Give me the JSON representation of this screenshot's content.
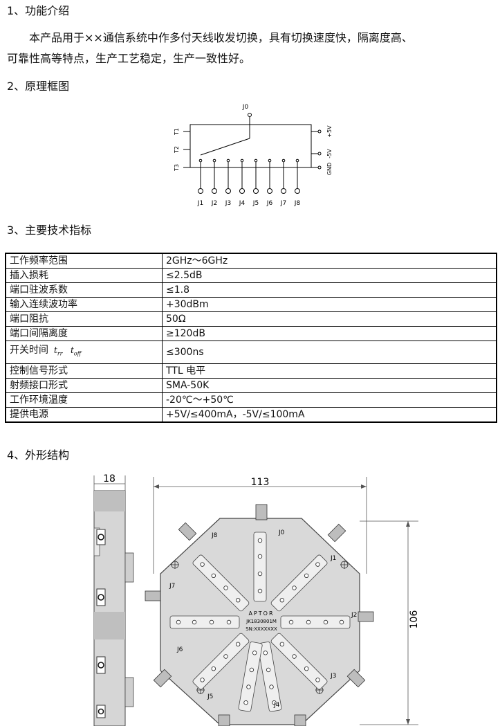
{
  "sections": {
    "s1": "1、功能介绍",
    "s2": "2、原理框图",
    "s3": "3、主要技术指标",
    "s4": "4、外形结构"
  },
  "intro": {
    "line1": "本产品用于××通信系统中作多付天线收发切换，具有切换速度快，隔离度高、",
    "line2": "可靠性高等特点，生产工艺稳定，生产一致性好。"
  },
  "block_diagram": {
    "common_port": "J0",
    "control_pins": [
      "T1",
      "T2",
      "T3"
    ],
    "power_pins": [
      "+5V",
      "GND",
      "-5V"
    ],
    "ports": [
      "J1",
      "J2",
      "J3",
      "J4",
      "J5",
      "J6",
      "J7",
      "J8"
    ]
  },
  "specs": {
    "rows": [
      {
        "param": "工作频率范围",
        "value": "2GHz～6GHz"
      },
      {
        "param": "插入损耗",
        "value": "≤2.5dB"
      },
      {
        "param": "端口驻波系数",
        "value": "≤1.8"
      },
      {
        "param": "输入连续波功率",
        "value": "+30dBm"
      },
      {
        "param": "端口阻抗",
        "value": "50Ω"
      },
      {
        "param": "端口间隔离度",
        "value": "≥120dB"
      },
      {
        "param": "开关时间",
        "value": "≤300ns",
        "sym1": "t",
        "sym1_sub": "rr",
        "sym2": "t",
        "sym2_sub": "off"
      },
      {
        "param": "控制信号形式",
        "value": "TTL 电平"
      },
      {
        "param": "射频接口形式",
        "value": "SMA-50K"
      },
      {
        "param": "工作环境温度",
        "value": "-20℃～+50℃"
      },
      {
        "param": "提供电源",
        "value": "+5V/≤400mA，-5V/≤100mA"
      }
    ]
  },
  "outline": {
    "dim_thickness": "18",
    "dim_width": "113",
    "dim_height": "106",
    "brand": "APTOR",
    "model": "JK1830801M",
    "serial": "SN:XXXXXXX",
    "port_labels": [
      "J0",
      "J1",
      "J2",
      "J3",
      "J4",
      "J5",
      "J6",
      "J7",
      "J8"
    ]
  }
}
